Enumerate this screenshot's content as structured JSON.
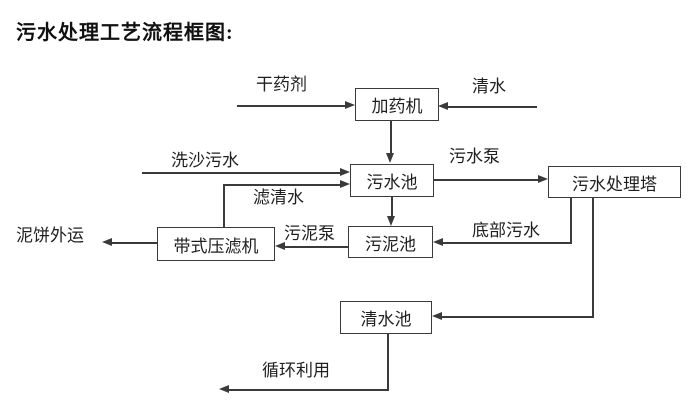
{
  "title": "污水处理工艺流程框图:",
  "nodes": {
    "dosing_machine": "加药机",
    "sewage_pool": "污水池",
    "treatment_tower": "污水处理塔",
    "sludge_pool": "污泥池",
    "belt_filter_press": "带式压滤机",
    "clean_water_pool": "清水池"
  },
  "labels": {
    "dry_chemical": "干药剂",
    "clean_water": "清水",
    "sand_washing_sewage": "洗沙污水",
    "filtered_water": "滤清水",
    "sewage_pump": "污水泵",
    "sludge_pump": "污泥泵",
    "bottom_sewage": "底部污水",
    "mud_cake_out": "泥饼外运",
    "recycling": "循环利用"
  },
  "colors": {
    "line": "#3a3a3a",
    "text": "#1f1f1f",
    "background": "#ffffff"
  }
}
